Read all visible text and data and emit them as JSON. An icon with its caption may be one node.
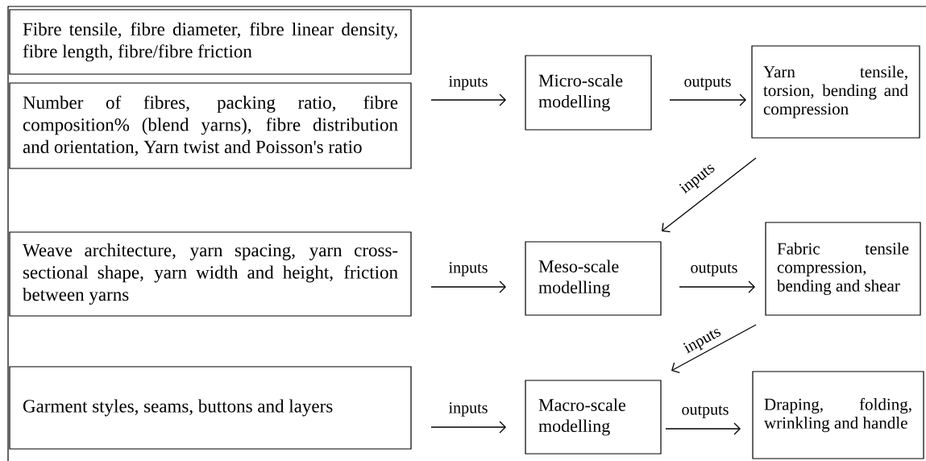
{
  "diagram": {
    "nodes": [
      {
        "text": [
          "Fibre tensile, fibre diameter, fibre linear density, fibre length, fibre/fibre friction"
        ]
      },
      {
        "text": [
          "Number of fibres, packing ratio, fibre composition% (blend yarns), fibre distribution and orientation, Yarn twist and Poisson's ratio"
        ]
      },
      {
        "text": [
          "Micro-scale modelling"
        ]
      },
      {
        "text": [
          "Yarn tensile, torsion, bending and compression"
        ]
      },
      {
        "text": [
          "Weave architecture, yarn spacing, yarn cross-sectional shape, yarn width and height, friction between yarns"
        ]
      },
      {
        "text": [
          "Meso-scale modelling"
        ]
      },
      {
        "text": [
          "Fabric tensile compression, bending and shear"
        ]
      },
      {
        "text": [
          "Garment styles, seams, buttons and layers"
        ]
      },
      {
        "text": [
          "Macro-scale modelling"
        ]
      },
      {
        "text": [
          "Draping, folding, wrinkling and handle"
        ]
      }
    ],
    "edges": [
      {
        "from": 1,
        "to": 2,
        "arrow": "to",
        "label": "inputs"
      },
      {
        "from": 2,
        "to": 3,
        "arrow": "to",
        "label": "outputs"
      },
      {
        "from": 3,
        "to": 5,
        "arrow": "to",
        "label": "inputs"
      },
      {
        "from": 4,
        "to": 5,
        "arrow": "to",
        "label": "inputs"
      },
      {
        "from": 5,
        "to": 6,
        "arrow": "to",
        "label": "outputs"
      },
      {
        "from": 6,
        "to": 8,
        "arrow": "to",
        "label": "inputs"
      },
      {
        "from": 7,
        "to": 8,
        "arrow": "to",
        "label": "inputs"
      },
      {
        "from": 8,
        "to": 9,
        "arrow": "to",
        "label": "outputs"
      }
    ]
  }
}
